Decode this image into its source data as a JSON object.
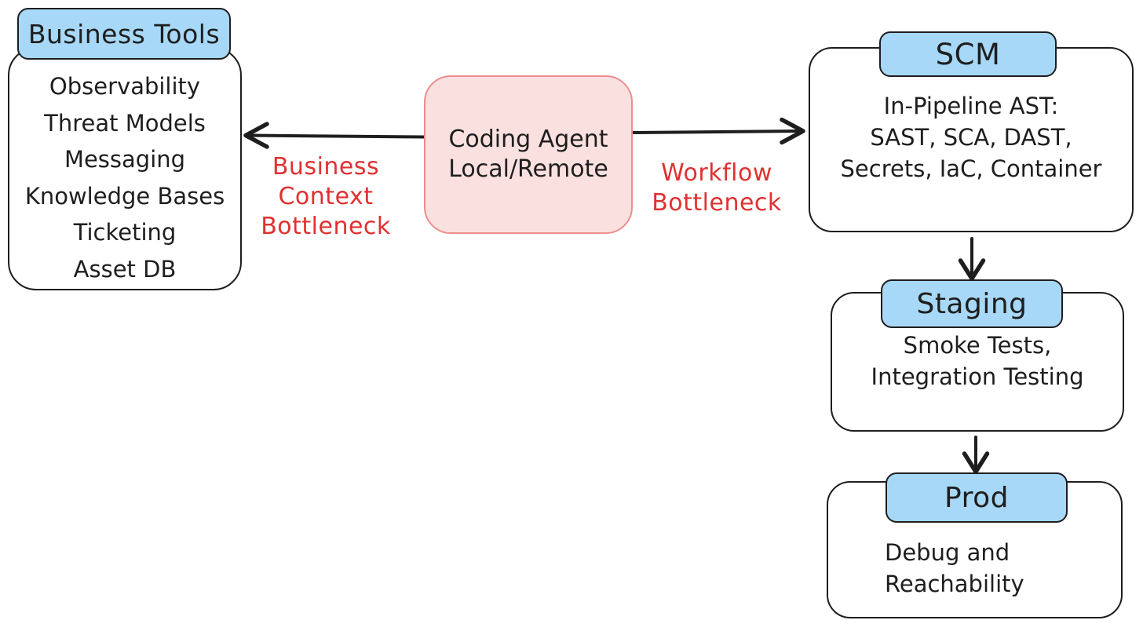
{
  "colors": {
    "header-fill": "#A7D8F7",
    "box-stroke": "#1E1E1E",
    "agent-fill": "#FBE0E0",
    "agent-stroke": "#EC8E8E",
    "label-red": "#E03131"
  },
  "business_tools": {
    "title": "Business Tools",
    "items": [
      "Observability",
      "Threat Models",
      "Messaging",
      "Knowledge Bases",
      "Ticketing",
      "Asset DB"
    ]
  },
  "coding_agent": {
    "label": "Coding Agent\nLocal/Remote"
  },
  "edges": {
    "business_context_label": "Business\nContext\nBottleneck",
    "workflow_label": "Workflow\nBottleneck"
  },
  "scm": {
    "title": "SCM",
    "body": "In-Pipeline AST:\nSAST, SCA, DAST,\nSecrets, IaC, Container"
  },
  "staging": {
    "title": "Staging",
    "body": "Smoke Tests,\nIntegration Testing"
  },
  "prod": {
    "title": "Prod",
    "body": "Debug and\nReachability"
  }
}
